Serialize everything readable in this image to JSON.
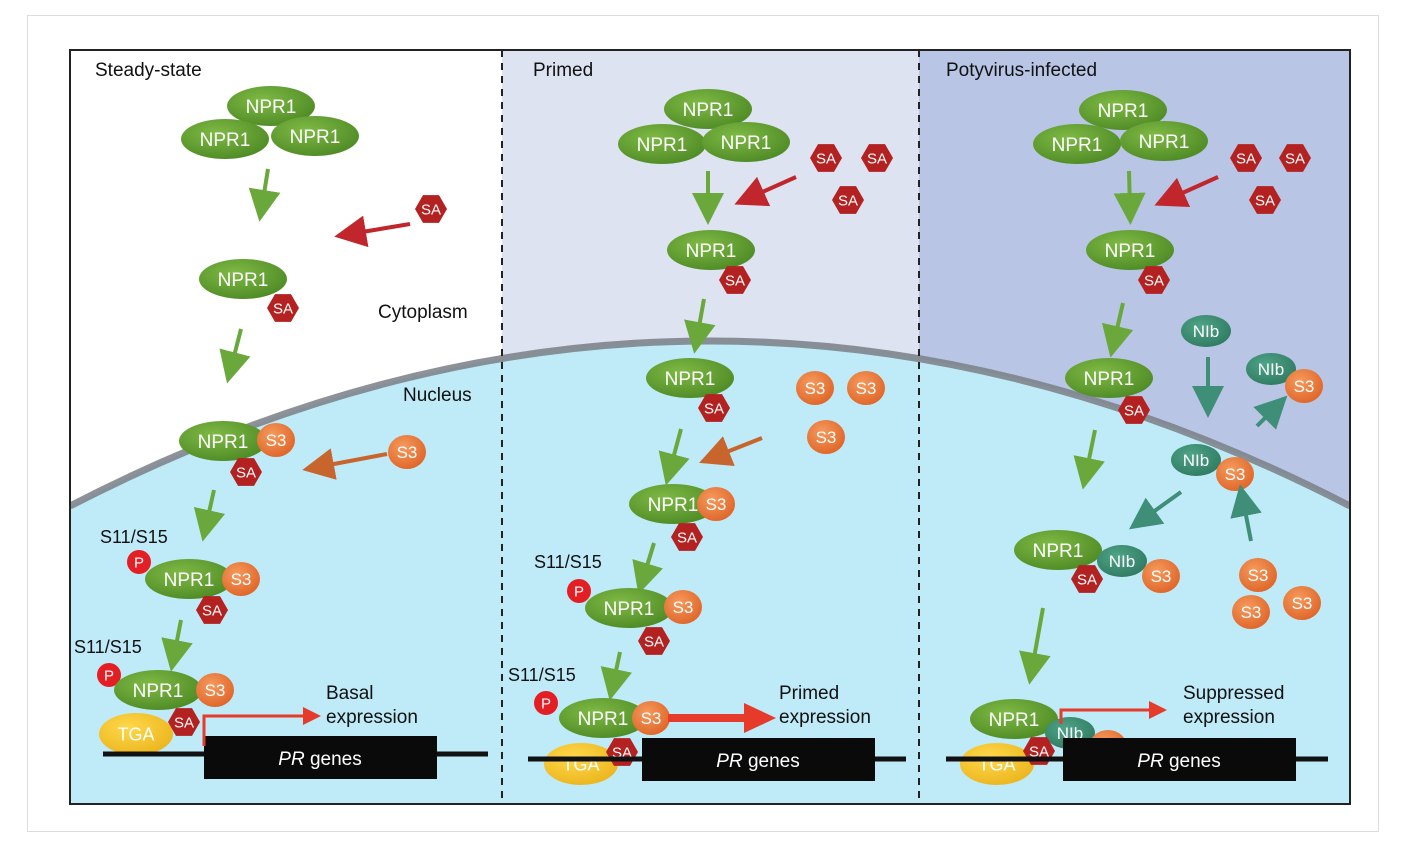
{
  "panels": {
    "steady": "Steady-state",
    "primed": "Primed",
    "infected": "Potyvirus-infected"
  },
  "compartments": {
    "cytoplasm": "Cytoplasm",
    "nucleus": "Nucleus"
  },
  "molecules": {
    "npr1": "NPR1",
    "sa": "SA",
    "s3": "S3",
    "nib": "NIb",
    "tga": "TGA",
    "p": "P",
    "site": "S11/S15"
  },
  "gene": {
    "italic": "PR",
    "rest": " genes"
  },
  "outcomes": {
    "basal_1": "Basal",
    "basal_2": "expression",
    "primed_1": "Primed",
    "primed_2": "expression",
    "suppressed_1": "Suppressed",
    "suppressed_2": "expression"
  },
  "colors": {
    "npr1": "#5e9a2c",
    "sa": "#b32121",
    "s3": "#e8743a",
    "nib": "#3b8b73",
    "tga": "#f2c42a",
    "phospho": "#e31e24",
    "arrow_green": "#6aa83c",
    "arrow_red": "#c0262b",
    "arrow_orange": "#c8652c",
    "arrow_teal": "#3f8e77",
    "nucleus": "#bfeaf7",
    "primed_bg": "#dde3f1",
    "infected_bg": "#b8c5e4"
  }
}
